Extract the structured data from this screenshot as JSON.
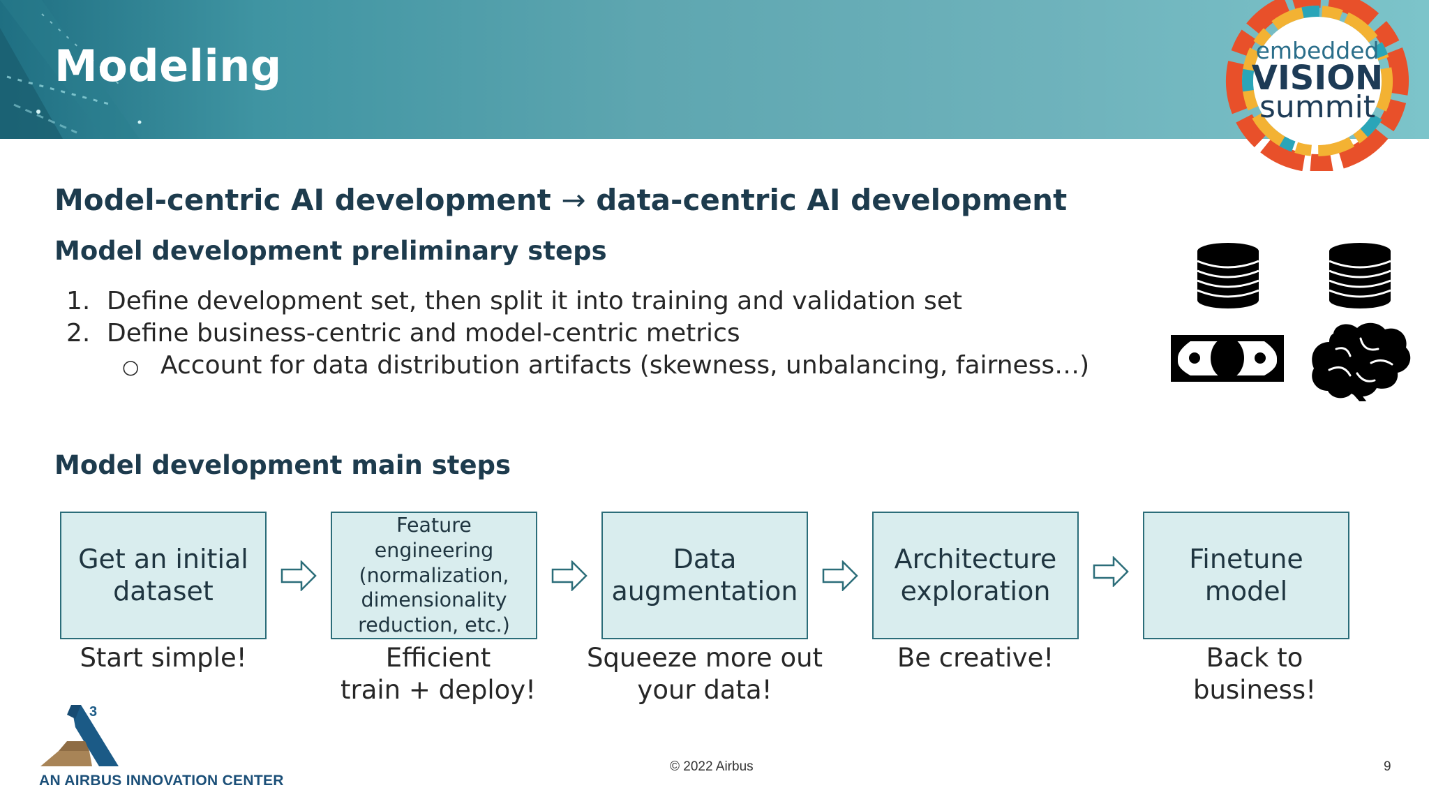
{
  "slide": {
    "title": "Modeling",
    "subtitle_left": "Model-centric AI development",
    "subtitle_arrow": "→",
    "subtitle_right": "data-centric AI development"
  },
  "preliminary": {
    "heading": "Model development preliminary steps",
    "items": [
      {
        "num": "1.",
        "text": "Define development set, then split it into training and validation set"
      },
      {
        "num": "2.",
        "text": "Define business-centric and model-centric metrics"
      }
    ],
    "subitem": {
      "bullet": "○",
      "text": "Account for data distribution artifacts (skewness, unbalancing, fairness…)"
    }
  },
  "icons": [
    "database-stack-icon",
    "database-stack-icon",
    "money-bill-icon",
    "brain-icon"
  ],
  "main": {
    "heading": "Model development main steps",
    "steps": [
      {
        "lines": [
          "Get an initial",
          "dataset"
        ],
        "caption": [
          "Start simple!"
        ]
      },
      {
        "lines": [
          "Feature",
          "engineering",
          "(normalization,",
          "dimensionality",
          "reduction, etc.)"
        ],
        "caption": [
          "Efficient",
          "train + deploy!"
        ]
      },
      {
        "lines": [
          "Data",
          "augmentation"
        ],
        "caption": [
          "Squeeze more out",
          "your data!"
        ]
      },
      {
        "lines": [
          "Architecture",
          "exploration"
        ],
        "caption": [
          "Be creative!"
        ]
      },
      {
        "lines": [
          "Finetune model"
        ],
        "caption": [
          "Back to",
          "business!"
        ]
      }
    ]
  },
  "branding": {
    "event_logo": {
      "line1": "embedded",
      "line2": "VISION",
      "line3": "summit"
    },
    "org_logo_superscript": "3",
    "org_text": "AN AIRBUS INNOVATION CENTER"
  },
  "footer": {
    "copyright": "© 2022 Airbus",
    "page_number": "9"
  },
  "colors": {
    "heading": "#1d3b4d",
    "step_fill": "#d9edee",
    "step_border": "#2b6d79",
    "header_teal": "#5ea6b0"
  }
}
